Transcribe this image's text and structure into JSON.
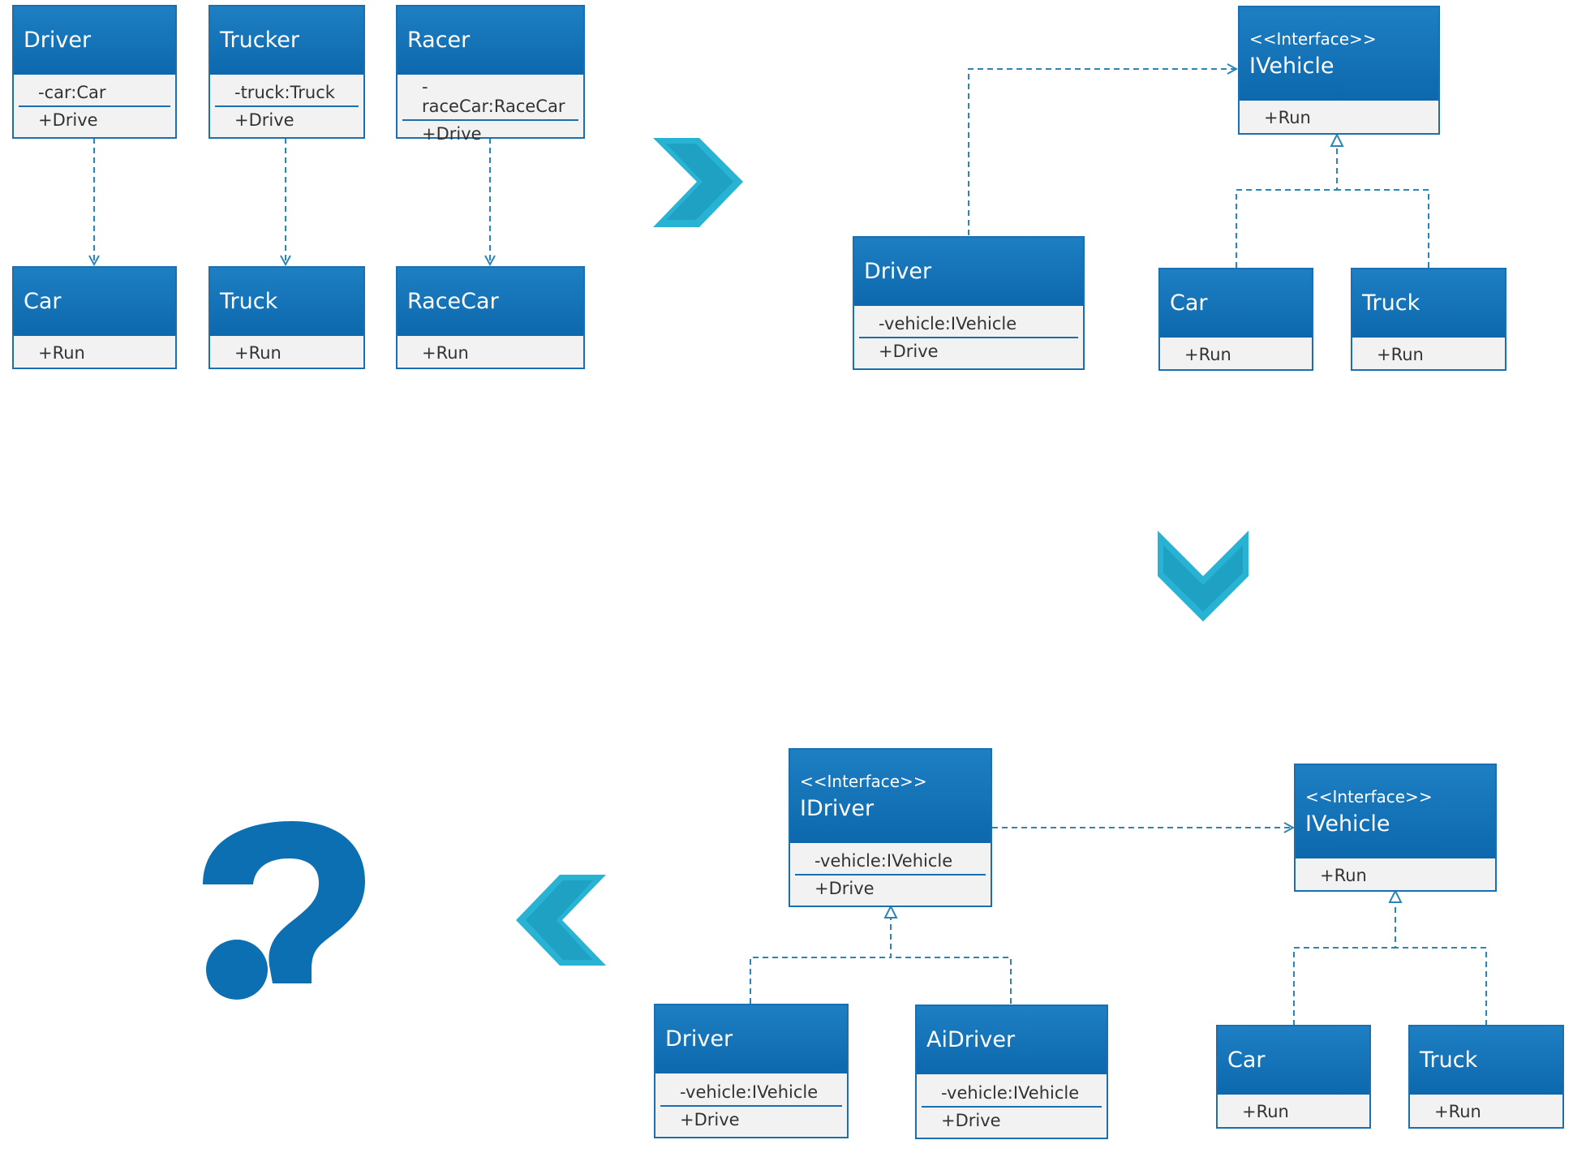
{
  "diagram": {
    "stage1": {
      "driver": {
        "name": "Driver",
        "field": "-car:Car",
        "method": "+Drive"
      },
      "trucker": {
        "name": "Trucker",
        "field": "-truck:Truck",
        "method": "+Drive"
      },
      "racer": {
        "name": "Racer",
        "field": "-raceCar:RaceCar",
        "method": "+Drive"
      },
      "car": {
        "name": "Car",
        "method": "+Run"
      },
      "truck": {
        "name": "Truck",
        "method": "+Run"
      },
      "racecar": {
        "name": "RaceCar",
        "method": "+Run"
      }
    },
    "stage2": {
      "ivehicle": {
        "stereotype": "<<Interface>>",
        "name": "IVehicle",
        "method": "+Run"
      },
      "driver": {
        "name": "Driver",
        "field": "-vehicle:IVehicle",
        "method": "+Drive"
      },
      "car": {
        "name": "Car",
        "method": "+Run"
      },
      "truck": {
        "name": "Truck",
        "method": "+Run"
      }
    },
    "stage3": {
      "idriver": {
        "stereotype": "<<Interface>>",
        "name": "IDriver",
        "field": "-vehicle:IVehicle",
        "method": "+Drive"
      },
      "ivehicle": {
        "stereotype": "<<Interface>>",
        "name": "IVehicle",
        "method": "+Run"
      },
      "driver": {
        "name": "Driver",
        "field": "-vehicle:IVehicle",
        "method": "+Drive"
      },
      "aidriver": {
        "name": "AiDriver",
        "field": "-vehicle:IVehicle",
        "method": "+Drive"
      },
      "car": {
        "name": "Car",
        "method": "+Run"
      },
      "truck": {
        "name": "Truck",
        "method": "+Run"
      }
    },
    "stage4": {
      "symbol": "?"
    }
  },
  "colors": {
    "class_header": "#0d68ad",
    "class_border": "#1a6fb0",
    "class_body": "#f2f2f2",
    "connector": "#2a86b8",
    "arrow_chevron": "#28b3d4",
    "question_mark": "#0c6fb1"
  },
  "icons": {
    "arrow_right": "chevron-right-icon",
    "arrow_down": "chevron-down-icon",
    "arrow_left": "chevron-left-icon",
    "question": "question-mark-icon"
  }
}
